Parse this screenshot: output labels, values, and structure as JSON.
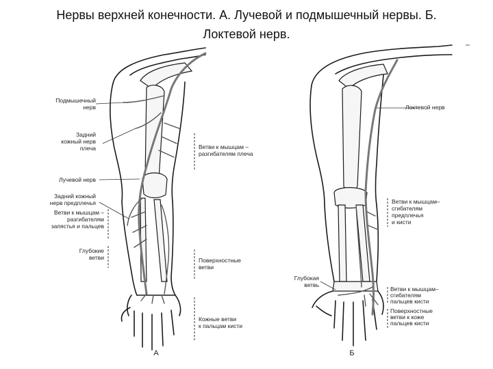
{
  "title": {
    "line1": "Нервы верхней конечности. А. Лучевой и подмышечный нервы. Б.",
    "line2": "Локтевой нерв."
  },
  "figure_a": {
    "letter": "А",
    "labels_left": {
      "axillary_1": "Подмышечный",
      "axillary_2": "нерв",
      "post_cut_arm_1": "Задний",
      "post_cut_arm_2": "кожный нерв",
      "post_cut_arm_3": "плеча",
      "radial": "Лучевой нерв",
      "post_cut_forearm_1": "Задний кожный",
      "post_cut_forearm_2": "нерв предплечья",
      "ext_wrist_1": "Ветви к мышцам –",
      "ext_wrist_2": "разгибателям",
      "ext_wrist_3": "запястья и пальцев",
      "deep_1": "Глубокие",
      "deep_2": "ветви"
    },
    "labels_right": {
      "ext_arm_1": "Ветви к мышцам –",
      "ext_arm_2": "разгибателям плеча",
      "superficial_1": "Поверхностные",
      "superficial_2": "ветви",
      "cut_fingers_1": "Кожные ветви",
      "cut_fingers_2": "к пальцам кисти"
    }
  },
  "figure_b": {
    "letter": "Б",
    "labels_left": {
      "deep_1": "Глубокая",
      "deep_2": "ветвь"
    },
    "labels_right": {
      "ulnar": "Локтевой нерв",
      "flex_forearm_1": "Ветви к мышцам–",
      "flex_forearm_2": "сгибателям",
      "flex_forearm_3": "предплечья",
      "flex_forearm_4": "и кисти",
      "flex_fingers_1": "Ветви к мышцам–",
      "flex_fingers_2": "сгибателям",
      "flex_fingers_3": "пальцев кисти",
      "superficial_1": "Поверхностные",
      "superficial_2": "ветви к коже",
      "superficial_3": "пальцев кисти"
    }
  }
}
